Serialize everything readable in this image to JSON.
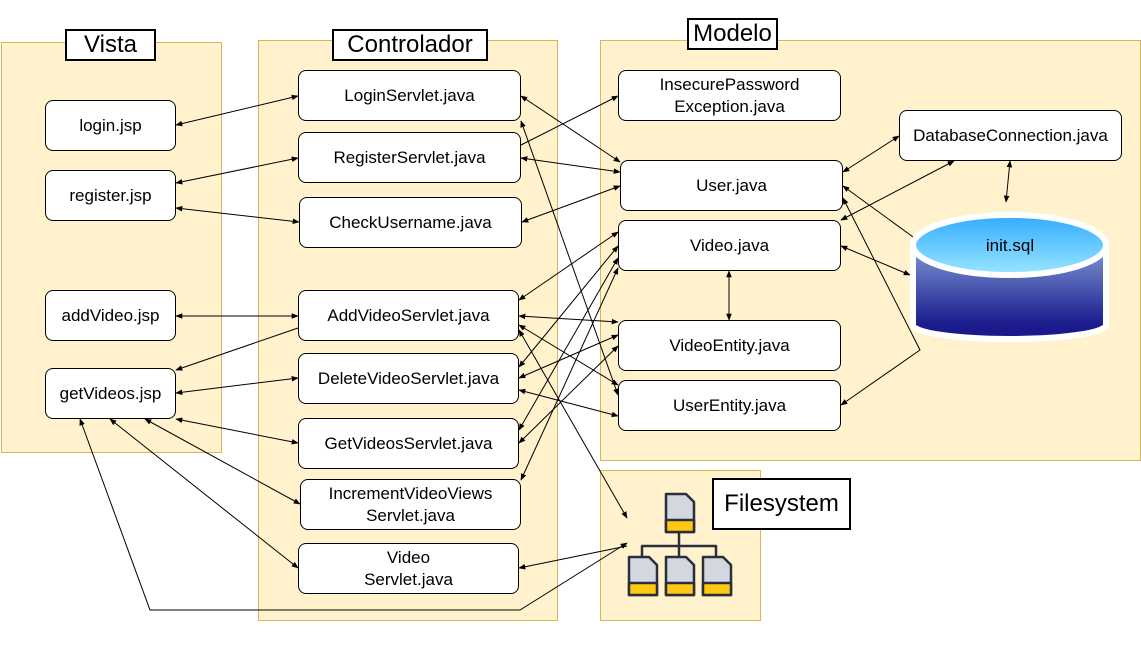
{
  "groups": {
    "vista": "Vista",
    "controlador": "Controlador",
    "modelo": "Modelo",
    "filesystem": "Filesystem"
  },
  "nodes": {
    "login_jsp": "login.jsp",
    "register_jsp": "register.jsp",
    "addvideo_jsp": "addVideo.jsp",
    "getvideos_jsp": "getVideos.jsp",
    "login_servlet": "LoginServlet.java",
    "register_servlet": "RegisterServlet.java",
    "check_username": "CheckUsername.java",
    "addvideo_servlet": "AddVideoServlet.java",
    "deletevideo_servlet": "DeleteVideoServlet.java",
    "getvideos_servlet": "GetVideosServlet.java",
    "increment_servlet": "IncrementVideoViews\nServlet.java",
    "video_servlet": "Video\nServlet.java",
    "insecure_password": "InsecurePassword\nException.java",
    "user_java": "User.java",
    "video_java": "Video.java",
    "video_entity": "VideoEntity.java",
    "user_entity": "UserEntity.java",
    "database_connection": "DatabaseConnection.java",
    "init_sql": "init.sql"
  },
  "colors": {
    "group_fill": "#fff2cc",
    "group_border": "#d6b656",
    "db_top": "#66ccff",
    "db_body_dark": "#1a1a8c",
    "file_icon_gray": "#d3d7e0",
    "file_icon_yellow": "#ffc814",
    "file_icon_outline": "#2b2f3a"
  }
}
